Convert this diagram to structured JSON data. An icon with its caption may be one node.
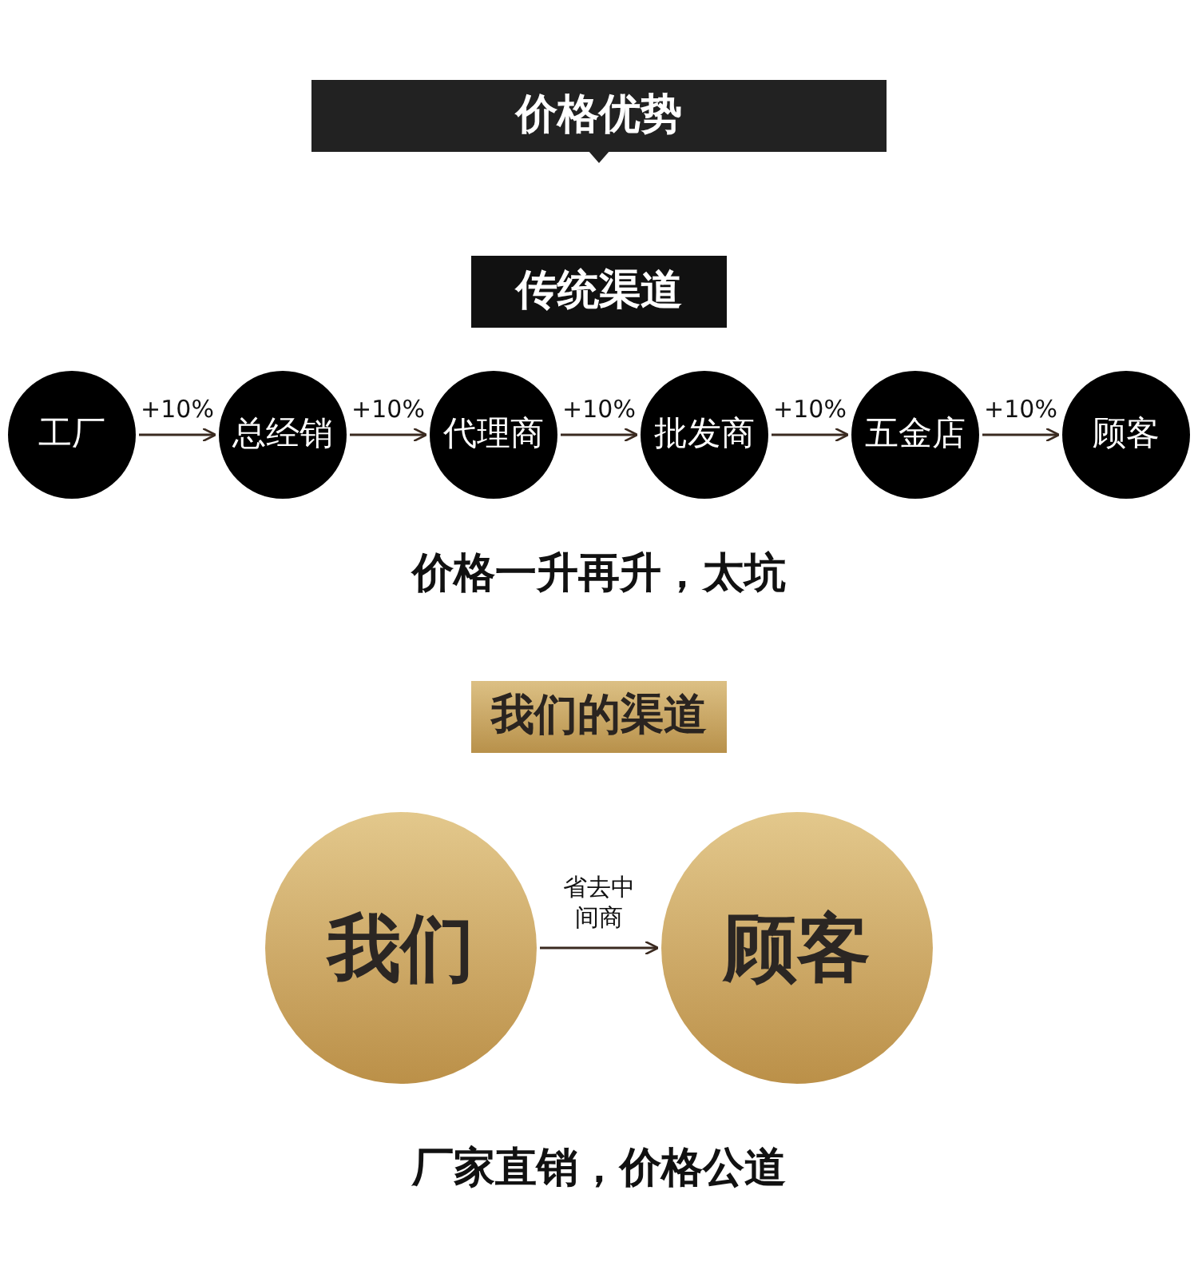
{
  "diagram": {
    "title": "价格优势",
    "nodes": [
      {
        "text": [
          "传统渠道"
        ]
      },
      {
        "text": [
          "工厂"
        ]
      },
      {
        "text": [
          "总经销"
        ]
      },
      {
        "text": [
          "代理商"
        ]
      },
      {
        "text": [
          "批发商"
        ]
      },
      {
        "text": [
          "五金店"
        ]
      },
      {
        "text": [
          "顾客"
        ]
      },
      {
        "text": [
          "我们的渠道"
        ]
      },
      {
        "text": [
          "我们"
        ]
      },
      {
        "text": [
          "顾客"
        ]
      }
    ],
    "edges": [
      {
        "from": 1,
        "to": 2,
        "arrow": "to",
        "label": "+10%"
      },
      {
        "from": 2,
        "to": 3,
        "arrow": "to",
        "label": "+10%"
      },
      {
        "from": 3,
        "to": 4,
        "arrow": "to",
        "label": "+10%"
      },
      {
        "from": 4,
        "to": 5,
        "arrow": "to",
        "label": "+10%"
      },
      {
        "from": 5,
        "to": 6,
        "arrow": "to",
        "label": "+10%"
      },
      {
        "from": 8,
        "to": 9,
        "arrow": "to",
        "label": "省去中间商"
      }
    ],
    "labels": [
      "价格一升再升，太坑",
      "厂家直销，价格公道"
    ]
  }
}
